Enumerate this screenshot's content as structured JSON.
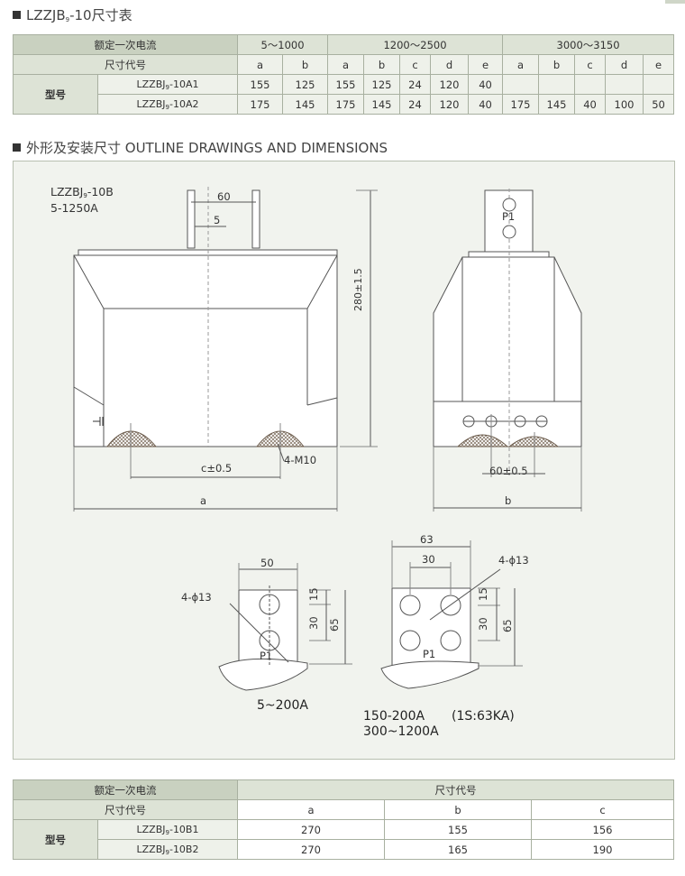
{
  "section1": {
    "title": "LZZJB",
    "title_sub": "9",
    "title_rest": "-10尺寸表"
  },
  "table1": {
    "rated_current_label": "额定一次电流",
    "code_label": "尺寸代号",
    "model_label": "型号",
    "ranges": [
      "5～1000",
      "1200～2500",
      "3000～3150"
    ],
    "codes": [
      "a",
      "b",
      "a",
      "b",
      "c",
      "d",
      "e",
      "a",
      "b",
      "c",
      "d",
      "e"
    ],
    "rows": [
      {
        "model": "LZZBJ",
        "sub": "9",
        "rest": "-10A1",
        "values": [
          "155",
          "125",
          "155",
          "125",
          "24",
          "120",
          "40",
          "",
          "",
          "",
          "",
          ""
        ]
      },
      {
        "model": "LZZBJ",
        "sub": "9",
        "rest": "-10A2",
        "values": [
          "175",
          "145",
          "175",
          "145",
          "24",
          "120",
          "40",
          "175",
          "145",
          "40",
          "100",
          "50"
        ]
      }
    ]
  },
  "section2": {
    "title": "外形及安装尺寸  OUTLINE DRAWINGS AND DIMENSIONS"
  },
  "drawing": {
    "model": "LZZBJ",
    "model_sub": "9",
    "model_rest": "-10B",
    "range": "5-1250A",
    "dim_60": "60",
    "dim_5": "5",
    "dim_280": "280±1.5",
    "dim_c": "c±0.5",
    "dim_m10": "4-M10",
    "dim_a": "a",
    "dim_b": "b",
    "dim_60b": "60±0.5",
    "p1": "P1",
    "terminal_left": {
      "w": "50",
      "d1": "15",
      "d2": "30",
      "d3": "65",
      "holes": "4-ϕ13",
      "p1": "P1",
      "caption": "5~200A"
    },
    "terminal_right": {
      "w1": "63",
      "w2": "30",
      "d1": "15",
      "d2": "30",
      "d3": "65",
      "holes": "4-ϕ13",
      "p1": "P1",
      "caption1": "150-200A",
      "caption1b": "(1S:63KA)",
      "caption2": "300~1200A"
    }
  },
  "table2": {
    "rated_current_label": "额定一次电流",
    "code_label": "尺寸代号",
    "code_label2": "尺寸代号",
    "model_label": "型号",
    "codes": [
      "a",
      "b",
      "c"
    ],
    "rows": [
      {
        "model": "LZZBJ",
        "sub": "9",
        "rest": "-10B1",
        "values": [
          "270",
          "155",
          "156"
        ]
      },
      {
        "model": "LZZBJ",
        "sub": "9",
        "rest": "-10B2",
        "values": [
          "270",
          "165",
          "190"
        ]
      }
    ]
  }
}
